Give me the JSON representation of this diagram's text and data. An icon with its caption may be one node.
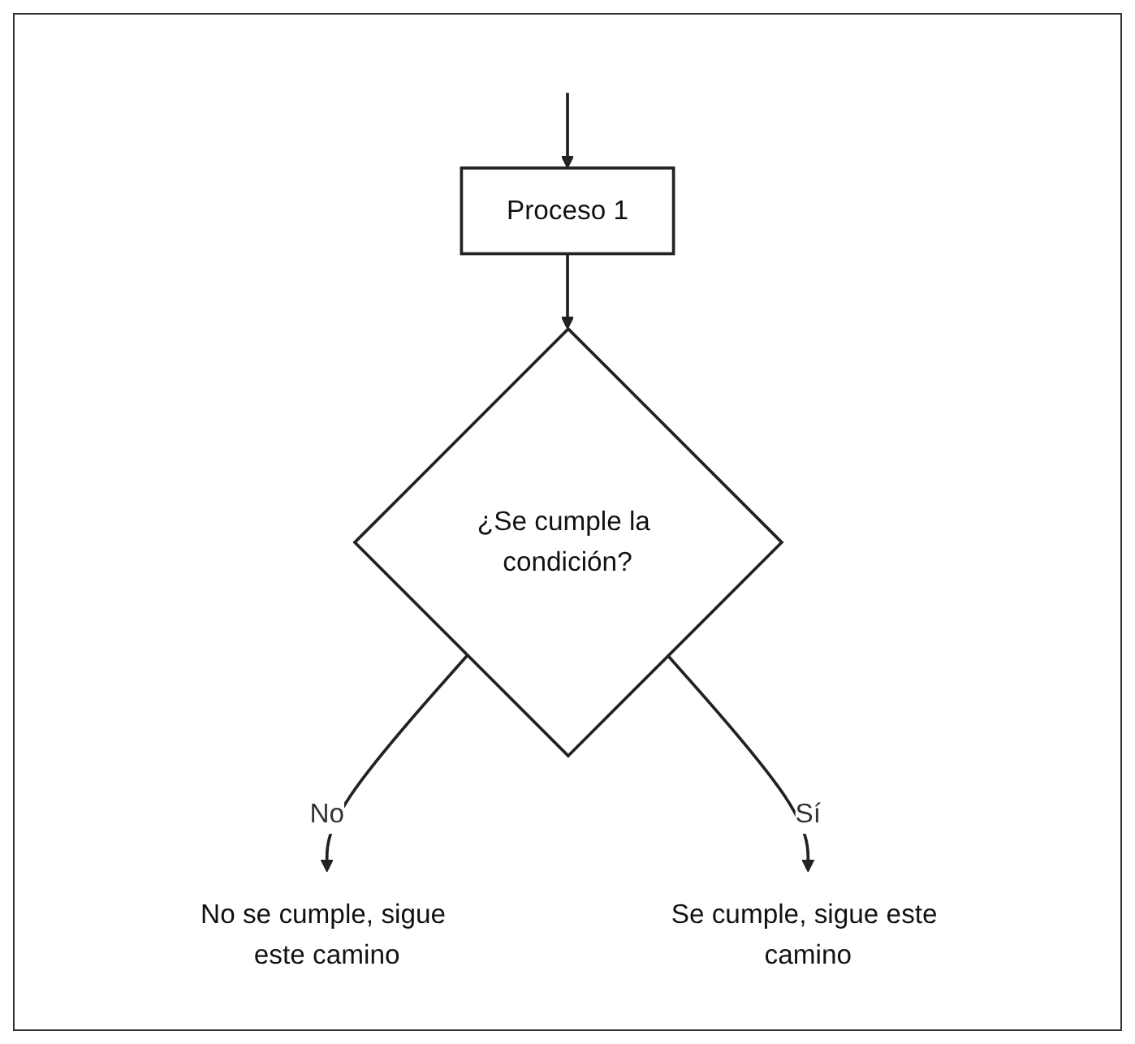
{
  "diagram": {
    "nodes": [
      {
        "text": [
          "Proceso 1"
        ]
      },
      {
        "text": [
          "¿Se cumple la condición?"
        ]
      },
      {
        "text": [
          "No se cumple, sigue este camino"
        ]
      },
      {
        "text": [
          "Se cumple, sigue este camino"
        ]
      }
    ],
    "edges": [
      {
        "from": null,
        "to": 0,
        "arrow": "to"
      },
      {
        "from": 0,
        "to": 1,
        "arrow": "to"
      },
      {
        "from": 1,
        "to": 2,
        "arrow": "to",
        "label": "No"
      },
      {
        "from": 1,
        "to": 3,
        "arrow": "to",
        "label": "Sí"
      }
    ]
  }
}
